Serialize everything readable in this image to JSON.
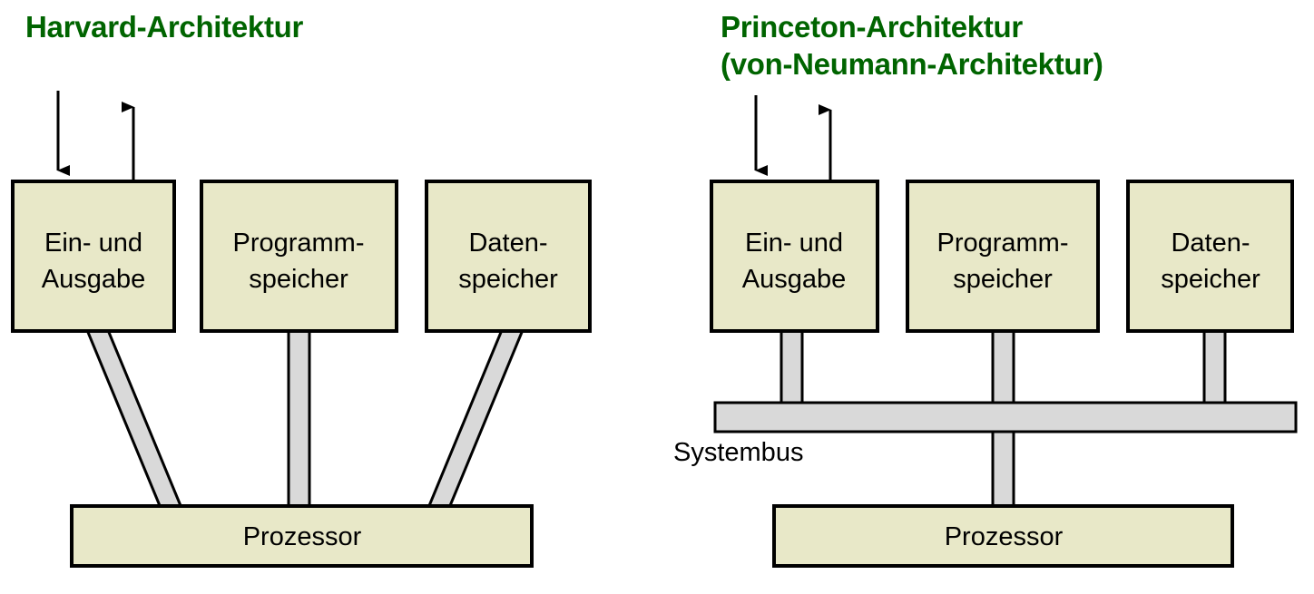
{
  "colors": {
    "title_green": "#006400",
    "box_fill": "#E8E8C8",
    "box_stroke": "#000000",
    "bus_fill": "#D9D9D9",
    "bus_stroke": "#000000",
    "background": "#FFFFFF",
    "text": "#000000"
  },
  "panels": [
    {
      "id": "harvard",
      "title_lines": [
        "Harvard-Architektur"
      ],
      "boxes": [
        {
          "id": "io",
          "label_lines": [
            "Ein- und",
            "Ausgabe"
          ]
        },
        {
          "id": "progmem",
          "label_lines": [
            "Programm-",
            "speicher"
          ]
        },
        {
          "id": "datamem",
          "label_lines": [
            "Daten-",
            "speicher"
          ]
        }
      ],
      "processor": {
        "label": "Prozessor"
      },
      "arrows": [
        {
          "id": "input-arrow",
          "direction": "down"
        },
        {
          "id": "output-arrow",
          "direction": "up"
        }
      ],
      "bus_label": null,
      "bus_style": "three-separate-buses"
    },
    {
      "id": "princeton",
      "title_lines": [
        "Princeton-Architektur",
        "(von-Neumann-Architektur)"
      ],
      "boxes": [
        {
          "id": "io",
          "label_lines": [
            "Ein- und",
            "Ausgabe"
          ]
        },
        {
          "id": "progmem",
          "label_lines": [
            "Programm-",
            "speicher"
          ]
        },
        {
          "id": "datamem",
          "label_lines": [
            "Daten-",
            "speicher"
          ]
        }
      ],
      "processor": {
        "label": "Prozessor"
      },
      "arrows": [
        {
          "id": "input-arrow",
          "direction": "down"
        },
        {
          "id": "output-arrow",
          "direction": "up"
        }
      ],
      "bus_label": "Systembus",
      "bus_style": "shared-system-bus"
    }
  ]
}
